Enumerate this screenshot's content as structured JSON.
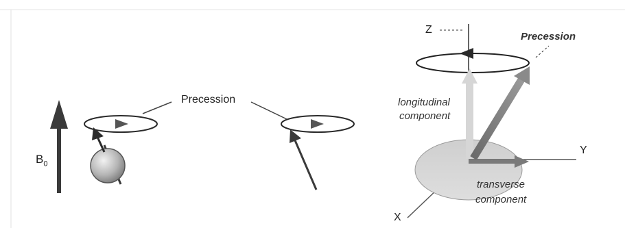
{
  "labels": {
    "b0": "B",
    "b0_sub": "0",
    "precession_left": "Precession",
    "precession_right": "Precession",
    "axis_z": "Z",
    "axis_y": "Y",
    "axis_x": "X",
    "longitudinal_1": "longitudinal",
    "longitudinal_2": "component",
    "transverse_1": "transverse",
    "transverse_2": "component"
  },
  "colors": {
    "arrow_dark": "#3a3a3a",
    "sphere": "#b0b0b0",
    "longitudinal_arrow": "#d4d4d4",
    "moment_arrow": "#6e6e6e",
    "transverse_arrow": "#7a7a7a",
    "plane": "#bdbdbd"
  }
}
